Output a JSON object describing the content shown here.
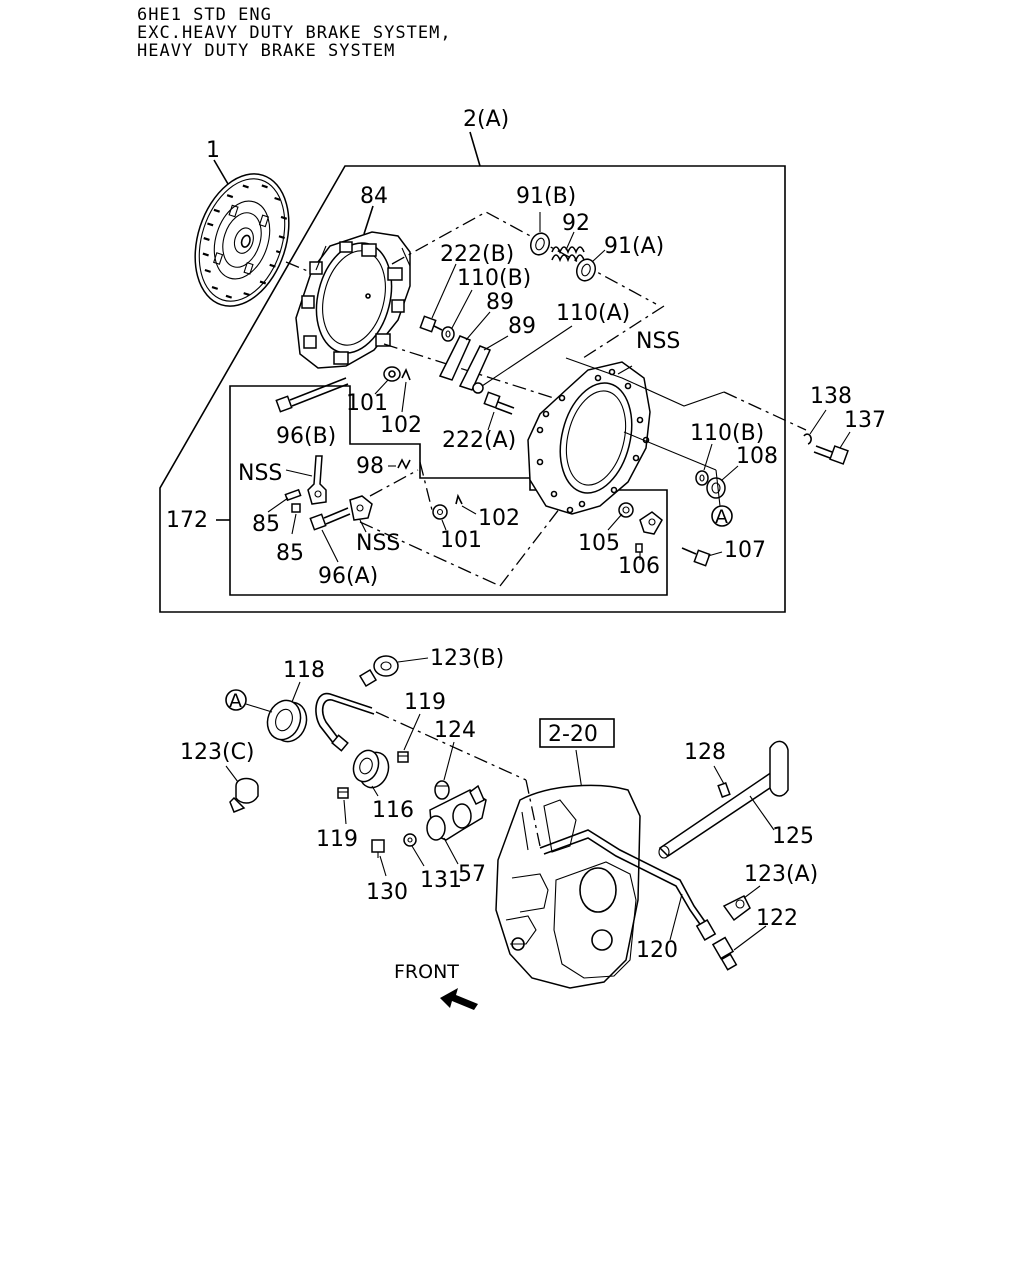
{
  "header": {
    "line1": "6HE1 STD ENG",
    "line2": "EXC.HEAVY DUTY BRAKE SYSTEM,",
    "line3": "HEAVY DUTY BRAKE SYSTEM"
  },
  "callouts": {
    "c1": "1",
    "c2a": "2(A)",
    "c84": "84",
    "c91b": "91(B)",
    "c92": "92",
    "c91a": "91(A)",
    "c222b": "222(B)",
    "c110b_top": "110(B)",
    "c89a": "89",
    "c89b": "89",
    "c110a": "110(A)",
    "nss_top": "NSS",
    "c138": "138",
    "c137": "137",
    "c101_top": "101",
    "c102_top": "102",
    "c96b": "96(B)",
    "c222a": "222(A)",
    "c110b_right": "110(B)",
    "c108": "108",
    "marker_a_top": "A",
    "nss_left": "NSS",
    "c98": "98",
    "c172": "172",
    "c85a": "85",
    "c85b": "85",
    "nss_bottom": "NSS",
    "c101_bottom": "101",
    "c102_bottom": "102",
    "c96a": "96(A)",
    "c105": "105",
    "c106": "106",
    "c107": "107",
    "c123b": "123(B)",
    "c118": "118",
    "marker_a_bottom": "A",
    "c119_top": "119",
    "c124": "124",
    "c2_20": "2-20",
    "c128": "128",
    "c123c": "123(C)",
    "c116": "116",
    "c125": "125",
    "c119_bottom": "119",
    "c57": "57",
    "c123a": "123(A)",
    "c130": "130",
    "c131": "131",
    "c122": "122",
    "c120": "120",
    "front": "FRONT"
  }
}
